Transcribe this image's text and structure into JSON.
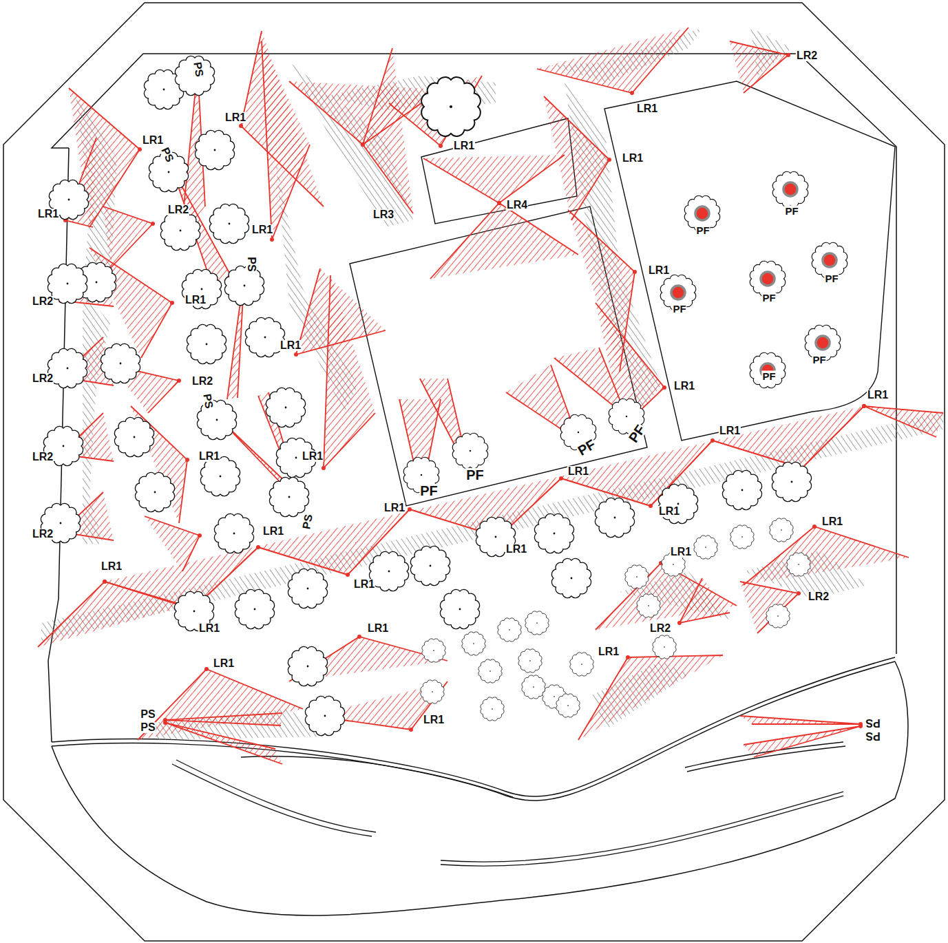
{
  "diagram": {
    "labels": [
      "PS",
      "LR1",
      "PS",
      "LR1",
      "LR1",
      "LR1",
      "LR2",
      "LR1",
      "LR1",
      "LR2",
      "LR3",
      "LR4",
      "LR1",
      "PS",
      "LR1",
      "LR2",
      "LR1",
      "LR1",
      "PF",
      "PF",
      "PF",
      "PF",
      "PF",
      "PF",
      "PF",
      "LR2",
      "LR2",
      "LR1",
      "LR1",
      "PS",
      "LR2",
      "LR1",
      "LR1",
      "LR1",
      "PF",
      "PF",
      "PF",
      "PF",
      "LR1",
      "LR1",
      "LR1",
      "LR1",
      "PS",
      "LR2",
      "LR1",
      "LR1",
      "LR1",
      "LR1",
      "LR1",
      "LR1",
      "LR2",
      "LR1",
      "LR2",
      "LR1",
      "LR1",
      "LR1",
      "PS",
      "PS",
      "PS",
      "PS"
    ]
  }
}
